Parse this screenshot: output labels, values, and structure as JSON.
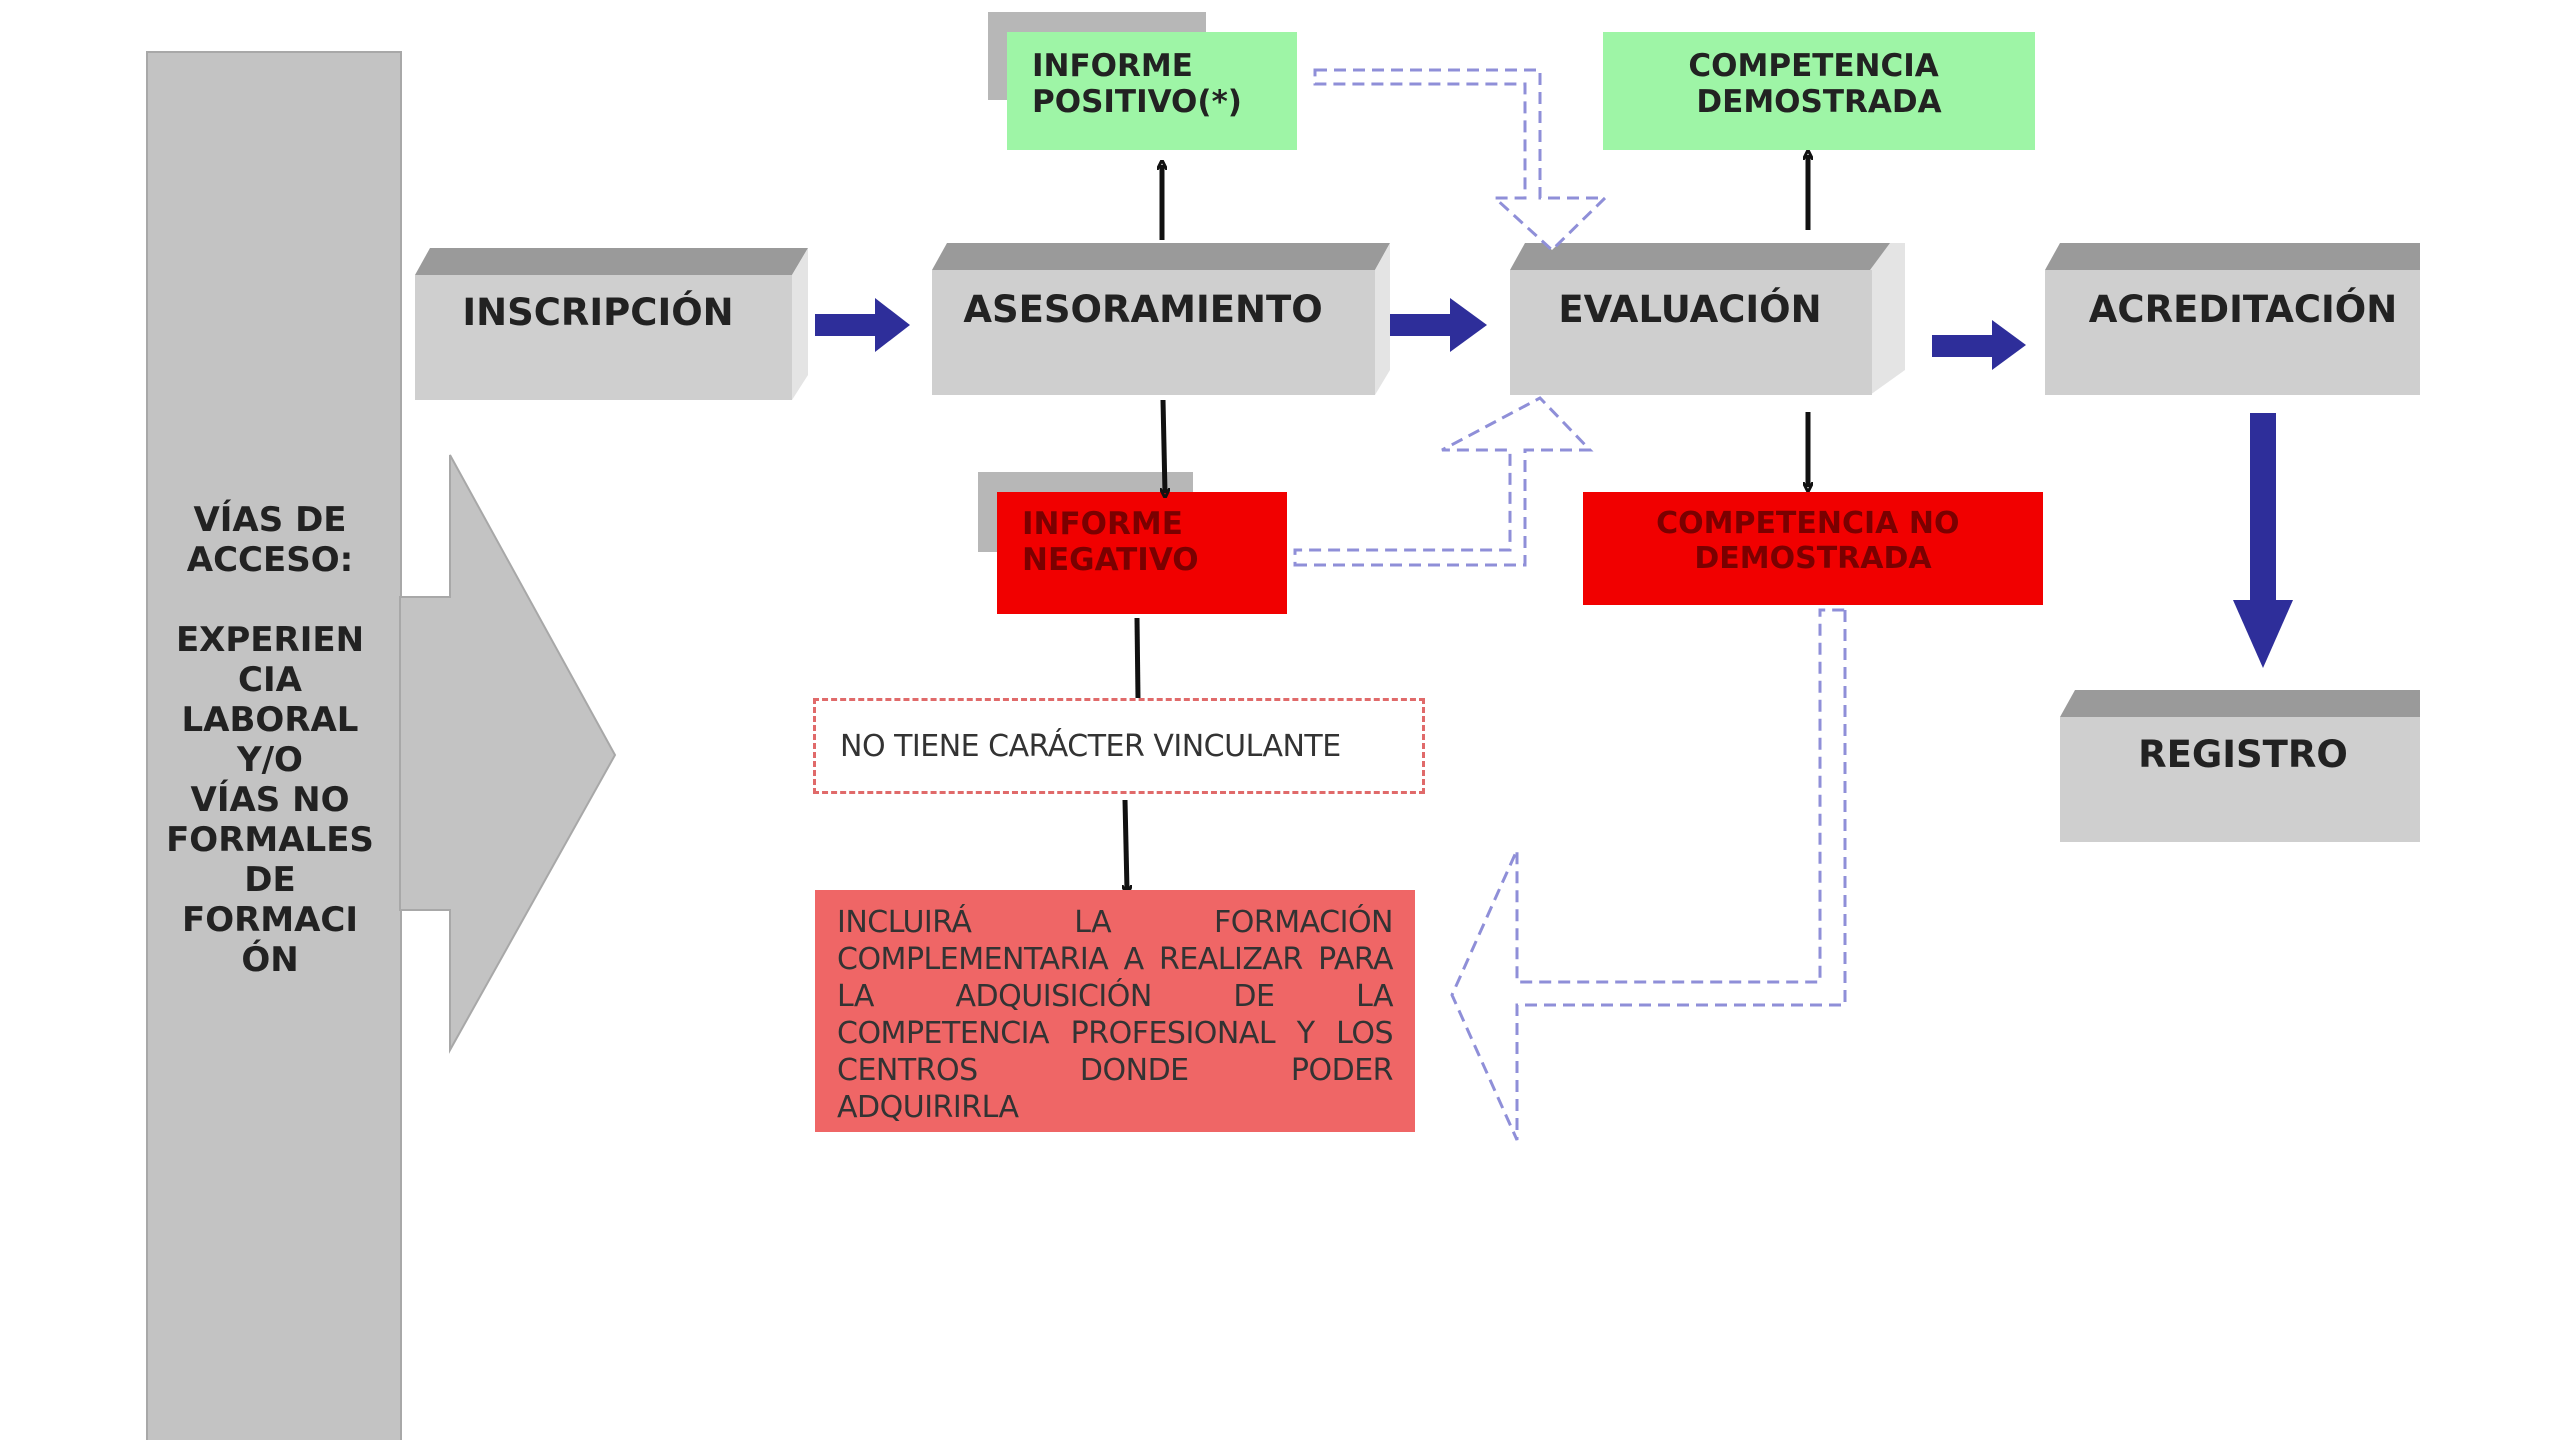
{
  "diagram": {
    "access_routes": {
      "lines": [
        "VÍAS DE",
        "ACCESO:",
        "",
        "EXPERIEN",
        "CIA",
        "LABORAL",
        "Y/O",
        "VÍAS NO",
        "FORMALES",
        "DE",
        "FORMACI",
        "ÓN"
      ]
    },
    "process_steps": {
      "inscripcion": "INSCRIPCIÓN",
      "asesoramiento": "ASESORAMIENTO",
      "evaluacion": "EVALUACIÓN",
      "acreditacion": "ACREDITACIÓN",
      "registro": "REGISTRO"
    },
    "outcomes": {
      "informe_positivo": [
        "INFORME",
        "POSITIVO(*)"
      ],
      "informe_negativo": [
        "INFORME",
        "NEGATIVO"
      ],
      "competencia_demostrada": [
        "COMPETENCIA",
        "DEMOSTRADA"
      ],
      "competencia_no_demostrada": [
        "COMPETENCIA NO",
        "DEMOSTRADA"
      ]
    },
    "notes": {
      "no_vinculante": "NO TIENE CARÁCTER VINCULANTE",
      "formacion_complementaria": "INCLUIRÁ LA FORMACIÓN COMPLEMENTARIA A REALIZAR PARA LA ADQUISICIÓN DE LA COMPETENCIA PROFESIONAL Y LOS CENTROS DONDE PODER ADQUIRIRLA"
    },
    "colors": {
      "box_front": "#cfcfcf",
      "box_top": "#9a9a9a",
      "box_side": "#e4e4e4",
      "green": "#9ef5a6",
      "red": "#f10000",
      "light_red": "#ef6666",
      "blue_arrow": "#2e2e9a",
      "dashed_blue": "#8f8fd8"
    }
  }
}
